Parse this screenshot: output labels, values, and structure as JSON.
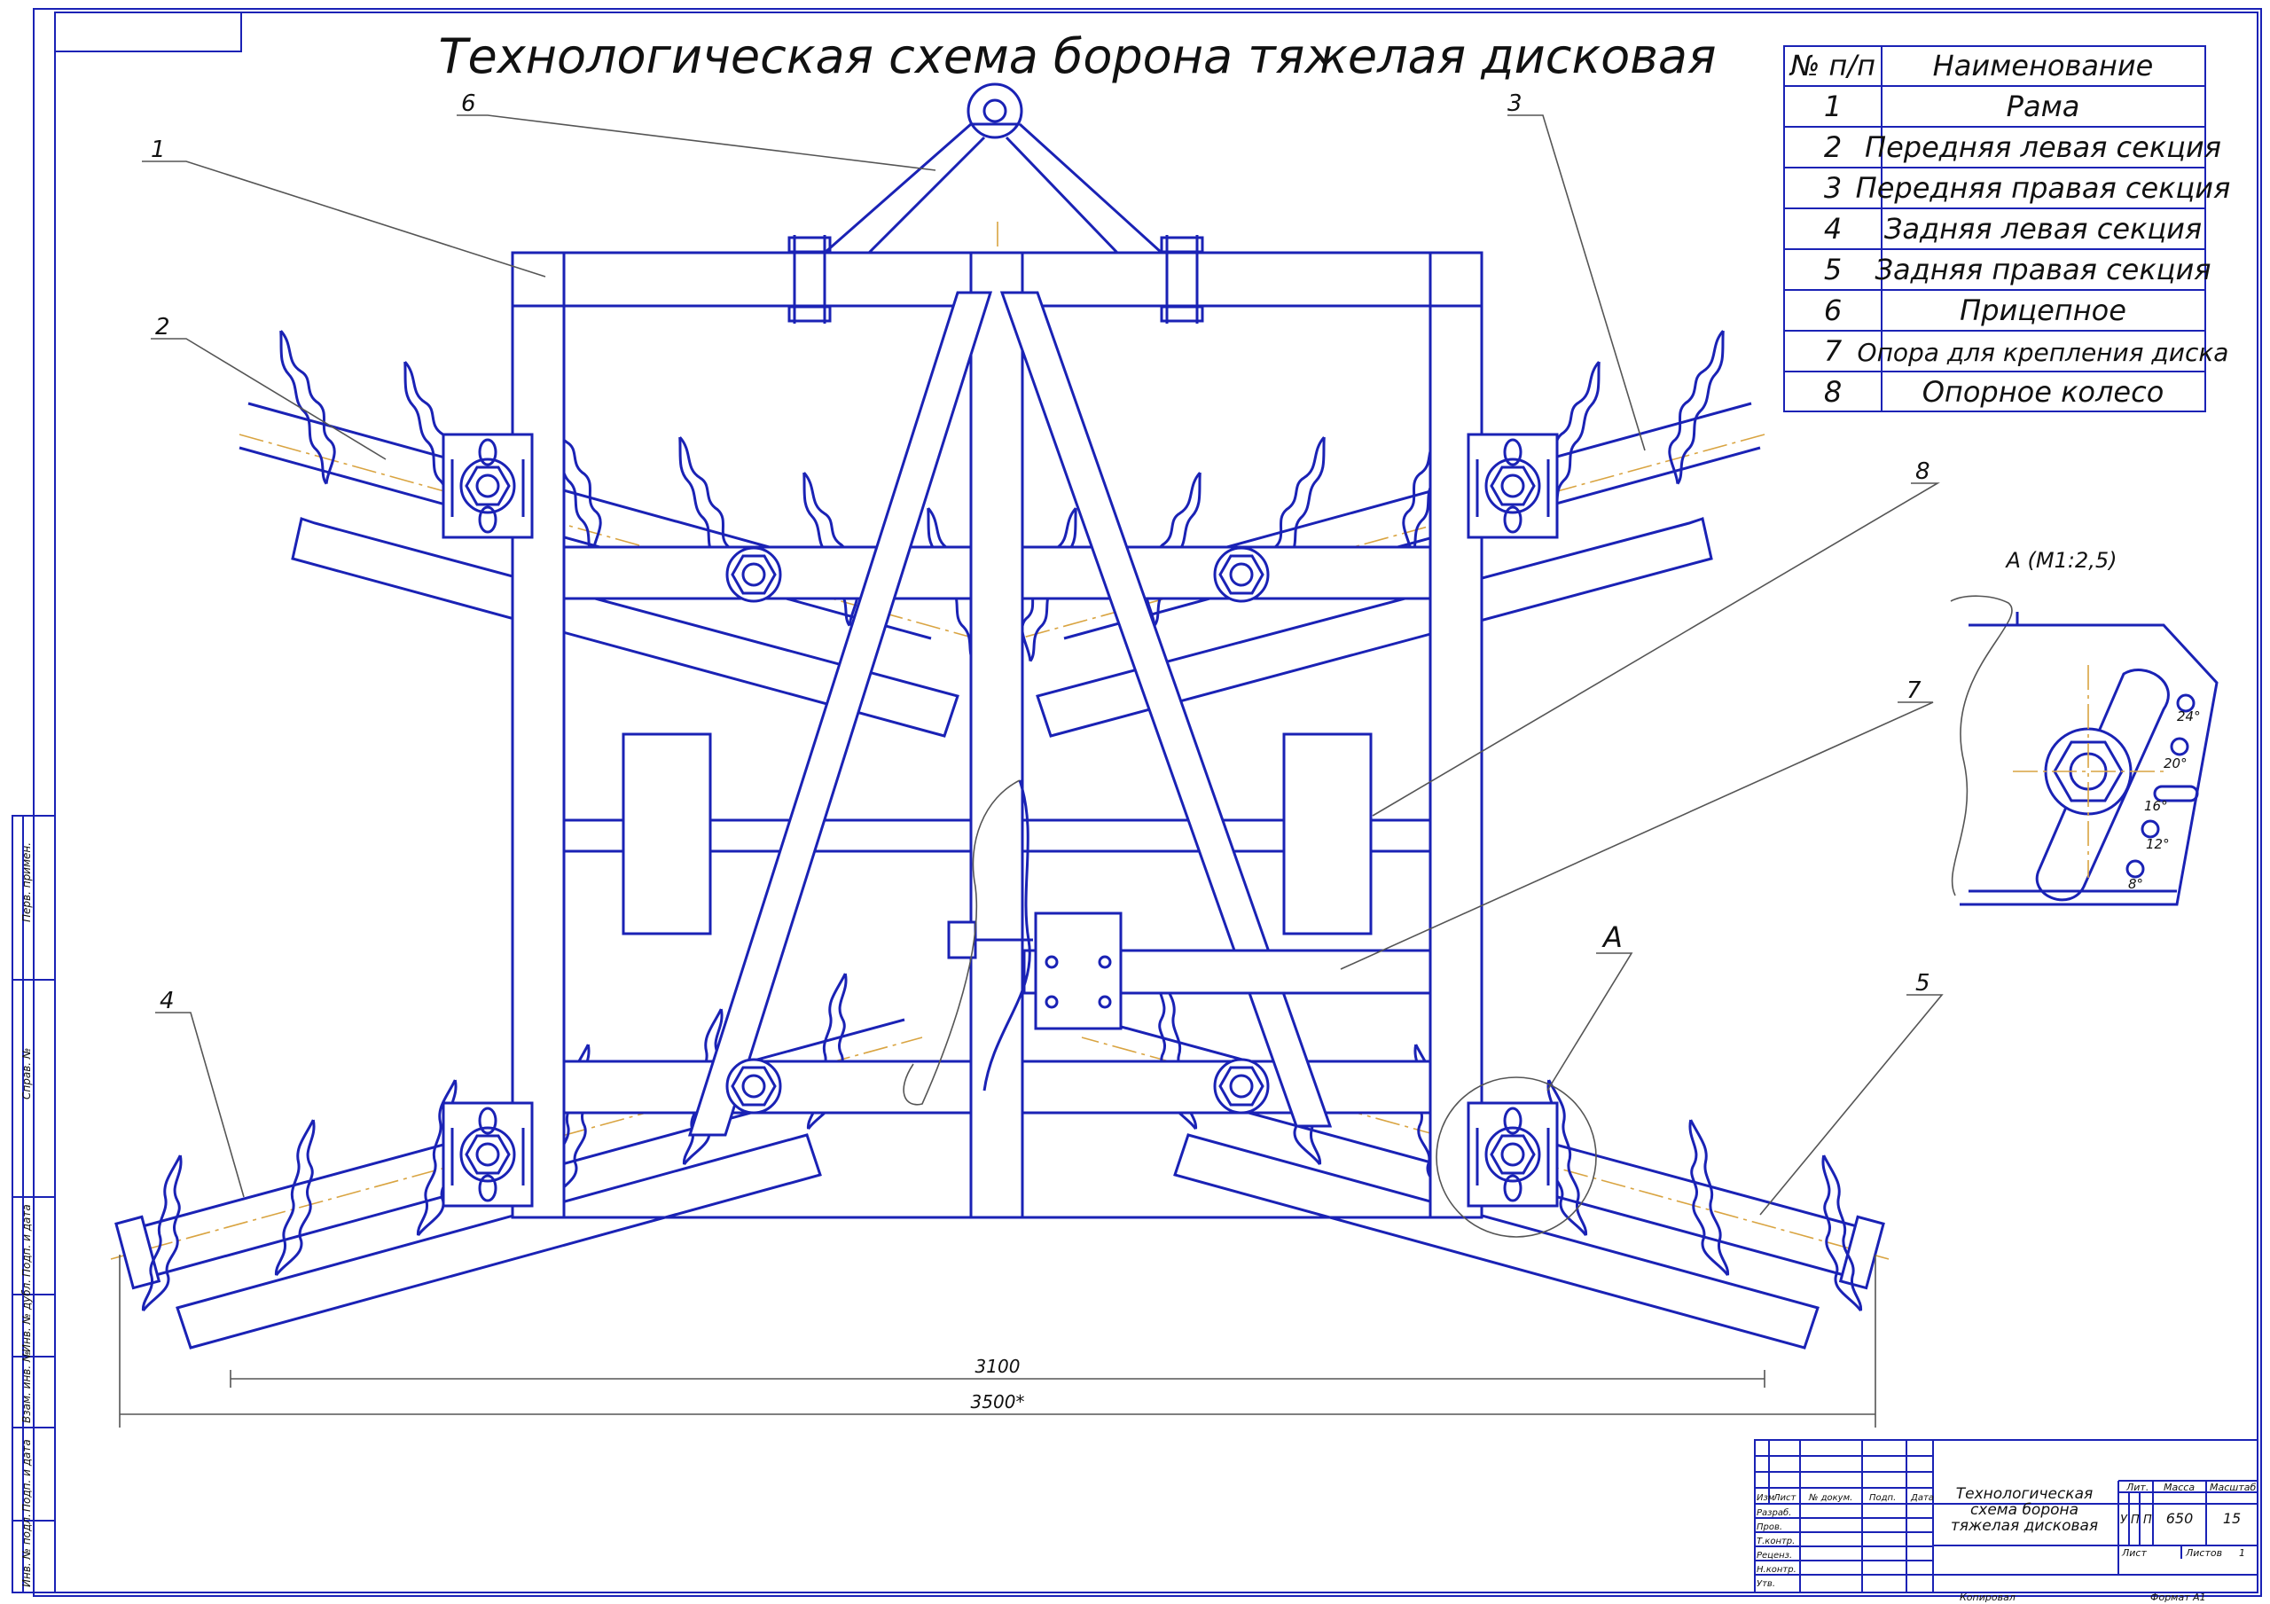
{
  "title": "Технологическая схема борона тяжелая дисковая",
  "table": {
    "headers": [
      "№ п/п",
      "Наименование"
    ],
    "rows": [
      {
        "num": "1",
        "name": "Рама"
      },
      {
        "num": "2",
        "name": "Передняя левая секция"
      },
      {
        "num": "3",
        "name": "Передняя правая секция"
      },
      {
        "num": "4",
        "name": "Задняя левая секция"
      },
      {
        "num": "5",
        "name": "Задняя правая секция"
      },
      {
        "num": "6",
        "name": "Прицепное"
      },
      {
        "num": "7",
        "name": "Опора для крепления диска"
      },
      {
        "num": "8",
        "name": "Опорное колесо"
      }
    ]
  },
  "callouts": {
    "c1": "1",
    "c2": "2",
    "c3": "3",
    "c4": "4",
    "c5": "5",
    "c6": "6",
    "c7": "7",
    "c8": "8",
    "cA": "A"
  },
  "detail": {
    "title": "А (М1:2,5)",
    "angles": [
      "24°",
      "20°",
      "16°",
      "12°",
      "8°"
    ]
  },
  "dimensions": {
    "inner": "3100",
    "outer": "3500*"
  },
  "side_stamp": [
    "Перв. примен.",
    "Справ. №",
    "Подп. и дата",
    "Инв. № дубл.",
    "Взам. инв. №",
    "Подп. и дата",
    "Инв. № подл."
  ],
  "title_block": {
    "drawing_name": [
      "Технологическая",
      "схема борона",
      "тяжелая дисковая"
    ],
    "col_headers": [
      "Изм",
      "Лист",
      "№ докум.",
      "Подп.",
      "Дата"
    ],
    "roles": [
      "Разраб.",
      "Пров.",
      "Т.контр.",
      "Реценз.",
      "Н.контр.",
      "Утв."
    ],
    "lit_label": "Лит.",
    "mass_label": "Масса",
    "scale_label": "Масштаб",
    "lit_values": [
      "У",
      "П",
      "П"
    ],
    "mass": "650",
    "scale": "15",
    "sheet_label": "Лист",
    "sheets_label": "Листов",
    "sheets": "1",
    "copied": "Копировал",
    "format": "Формат   А1"
  },
  "colors": {
    "lines": "#1a22b5",
    "axis": "#d9a441",
    "leader": "#555555"
  }
}
